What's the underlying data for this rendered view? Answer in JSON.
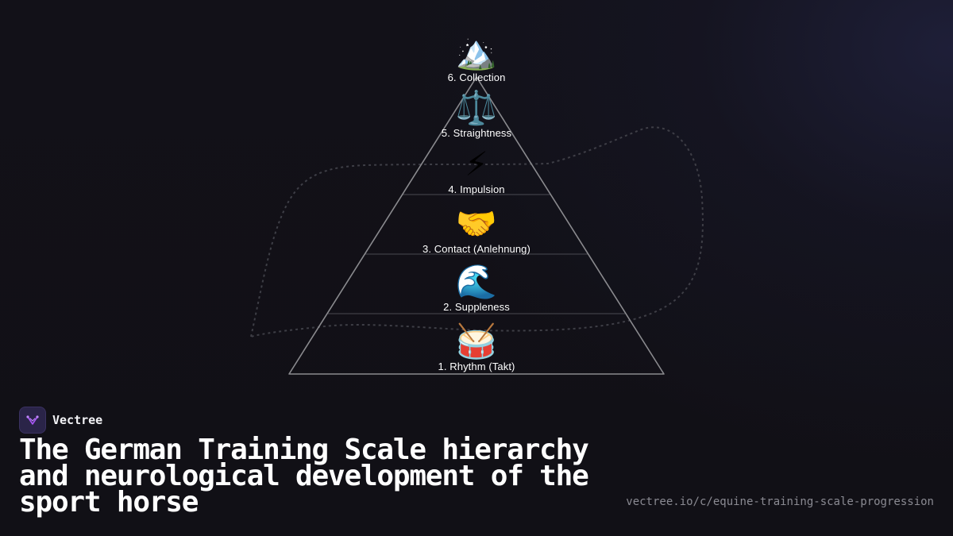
{
  "diagram": {
    "levels": [
      {
        "label": "6. Collection",
        "icon": "mountain-icon",
        "glyph": "🏔️"
      },
      {
        "label": "5. Straightness",
        "icon": "scales-icon",
        "glyph": "⚖️"
      },
      {
        "label": "4. Impulsion",
        "icon": "lightning-icon",
        "glyph": "⚡"
      },
      {
        "label": "3. Contact (Anlehnung)",
        "icon": "handshake-icon",
        "glyph": "🤝"
      },
      {
        "label": "2. Suppleness",
        "icon": "wave-icon",
        "glyph": "🌊"
      },
      {
        "label": "1. Rhythm (Takt)",
        "icon": "drum-icon",
        "glyph": "🥁"
      }
    ]
  },
  "brand": {
    "name": "Vectree",
    "icon": "vectree-logo-icon"
  },
  "footer": {
    "title": "The German Training Scale hierarchy and neurological development of the sport horse",
    "url": "vectree.io/c/equine-training-scale-progression"
  },
  "colors": {
    "background": "#111016",
    "triangle_stroke": "#8a8a8e",
    "divider": "#4a4a52",
    "text": "#ffffff",
    "url": "#8a8a92",
    "logo_accent": "#a855f7"
  }
}
